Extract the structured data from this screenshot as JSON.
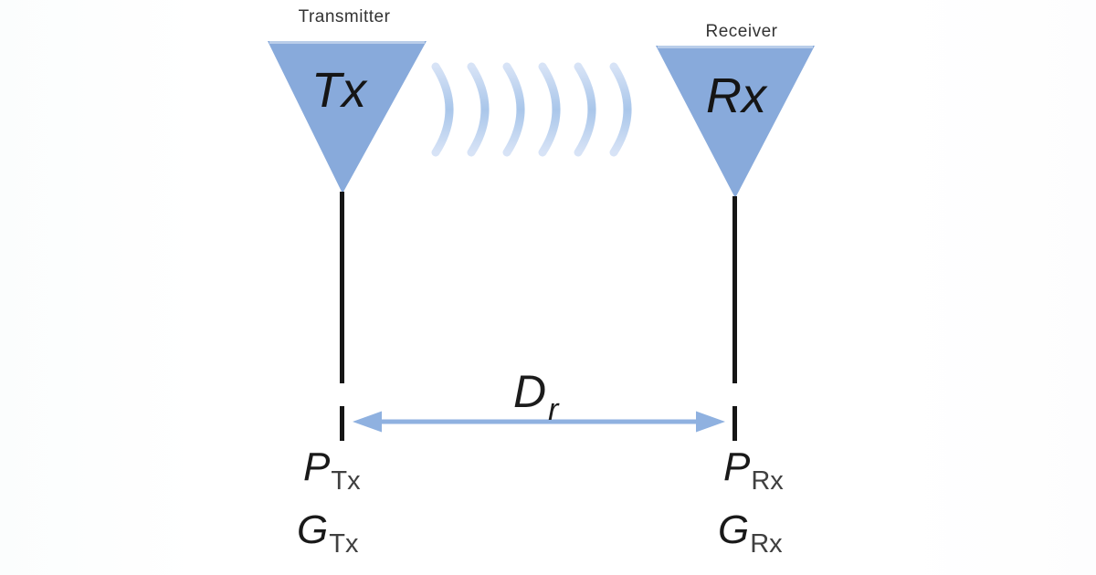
{
  "diagram": {
    "transmitter": {
      "title": "Transmitter",
      "antenna_label": "Tx",
      "power_label": {
        "base": "P",
        "sub": "Tx"
      },
      "gain_label": {
        "base": "G",
        "sub": "Tx"
      }
    },
    "receiver": {
      "title": "Receiver",
      "antenna_label": "Rx",
      "power_label": {
        "base": "P",
        "sub": "Rx"
      },
      "gain_label": {
        "base": "G",
        "sub": "Rx"
      }
    },
    "distance_label": {
      "base": "D",
      "sub": "r"
    },
    "wave_arc_count": "6"
  },
  "colors": {
    "antenna_fill": "#88aadb",
    "antenna_top_highlight": "#b9cde9",
    "mast": "#161616",
    "arrow": "#8fb1e0",
    "wave_mid": "#a9c6ea",
    "wave_end": "#d7e3f6"
  }
}
